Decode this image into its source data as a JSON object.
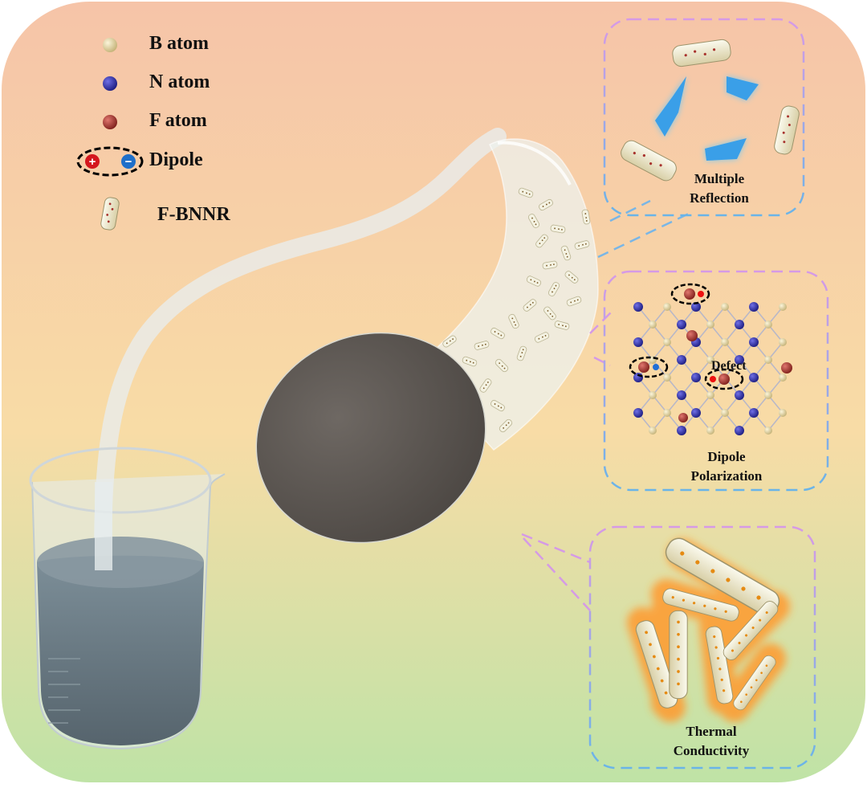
{
  "legend": {
    "b_atom": "B atom",
    "n_atom": "N atom",
    "f_atom": "F atom",
    "dipole": "Dipole",
    "fbnnr": "F-BNNR"
  },
  "panels": {
    "reflection": {
      "line1": "Multiple",
      "line2": "Reflection"
    },
    "polarization": {
      "defect": "Defect",
      "line1": "Dipole",
      "line2": "Polarization"
    },
    "thermal": {
      "line1": "Thermal",
      "line2": "Conductivity"
    }
  },
  "colors": {
    "b_atom": "#e3d6a3",
    "n_atom": "#2f2fa8",
    "f_atom": "#a8322d",
    "panel_border_top": "#d69ae6",
    "panel_border_bottom": "#6ab4e8",
    "bg_top": "#f6c4a8",
    "bg_bottom": "#bfe3a6"
  }
}
